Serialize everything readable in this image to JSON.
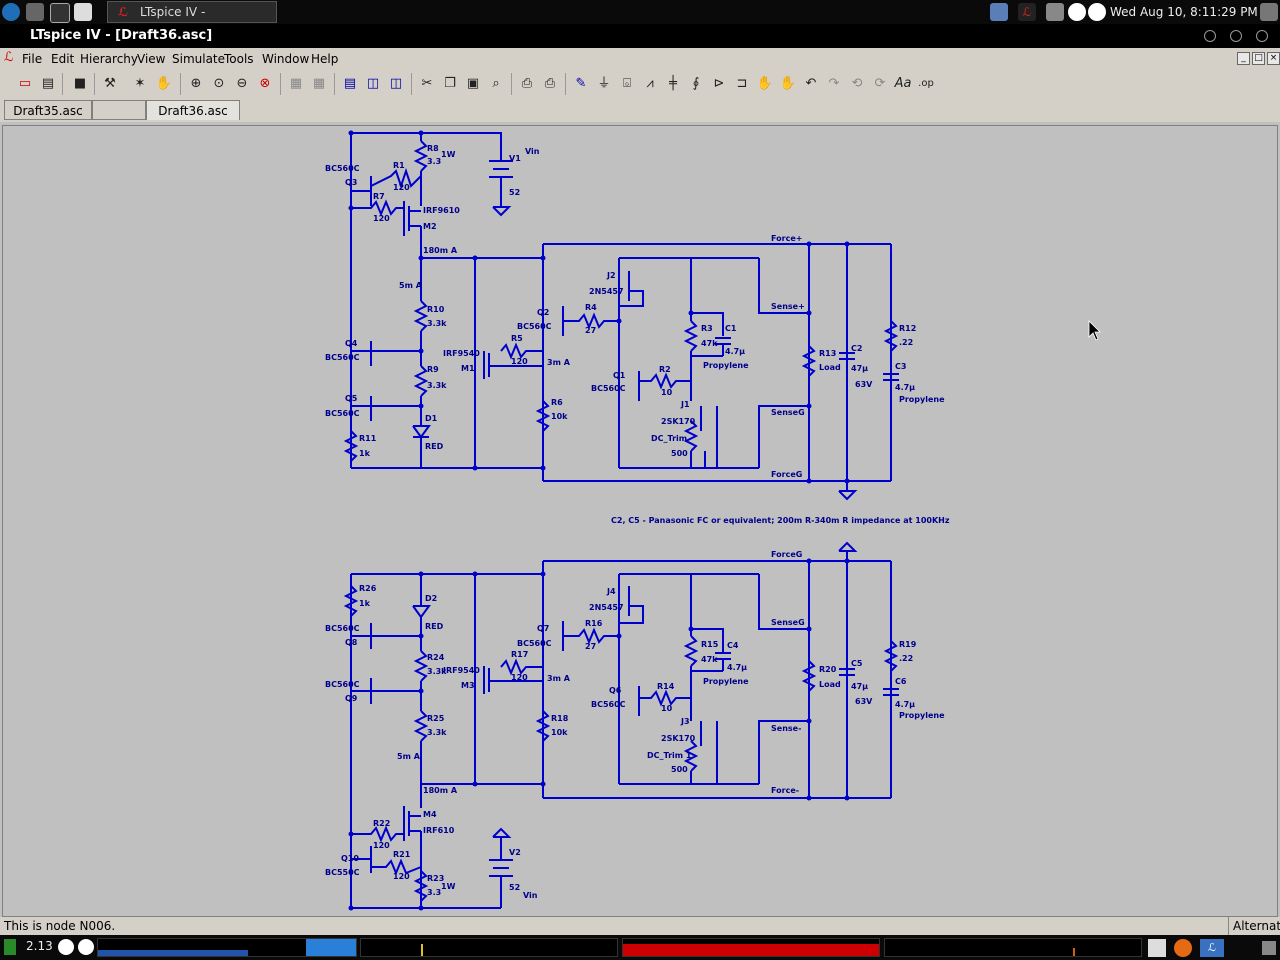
{
  "system_panel": {
    "task_label": "LTspice IV - [Draft36.asc]",
    "clock": "Wed Aug 10,  8:11:29 PM",
    "load_value": "2.13"
  },
  "window": {
    "title": "LTspice IV - [Draft36.asc]"
  },
  "menu": [
    "File",
    "Edit",
    "Hierarchy",
    "View",
    "Simulate",
    "Tools",
    "Window",
    "Help"
  ],
  "tabs": [
    {
      "label": "Draft35.asc",
      "active": false
    },
    {
      "label": "Draft36.asc",
      "active": true
    }
  ],
  "status": {
    "message": "This is node N006.",
    "right": "Alternat"
  },
  "schematic": {
    "note": "C2, C5 - Panasonic FC or equivalent; 200m R-340m R impedance at 100KHz",
    "top": {
      "labels": [
        "R8",
        "3.3",
        "1W",
        "V1",
        "Vin",
        "52",
        "BC560C",
        "Q3",
        "R1",
        "120",
        "R7",
        "120",
        "IRF9610",
        "M2",
        "180m A",
        "5m A",
        "R10",
        "3.3k",
        "Q4",
        "BC560C",
        "R9",
        "3.3k",
        "Q5",
        "BC560C",
        "D1",
        "RED",
        "R11",
        "1k",
        "IRF9540",
        "M1",
        "R5",
        "120",
        "Q2",
        "BC560C",
        "3m A",
        "R6",
        "10k",
        "J2",
        "2N5457",
        "R4",
        "27",
        "R3",
        "47k",
        "C1",
        "4.7µ",
        "Propylene",
        "Q1",
        "BC560C",
        "R2",
        "10",
        "J1",
        "2SK170",
        "DC_Trim",
        "500",
        "Force+",
        "Sense+",
        "SenseG",
        "ForceG",
        "R13",
        "Load",
        "C2",
        "47µ",
        "63V",
        "R12",
        ".22",
        "C3",
        "4.7µ",
        "Propylene"
      ]
    },
    "bottom": {
      "labels": [
        "ForceG",
        "R26",
        "1k",
        "D2",
        "RED",
        "BC560C",
        "Q8",
        "R24",
        "3.3k",
        "BC560C",
        "Q9",
        "M3",
        "IRF9540",
        "R17",
        "120",
        "Q7",
        "BC560C",
        "3m A",
        "R18",
        "10k",
        "J4",
        "2N5457",
        "R16",
        "27",
        "R15",
        "47k",
        "C4",
        "4.7µ",
        "Propylene",
        "Q6",
        "BC560C",
        "R14",
        "10",
        "J3",
        "2SK170",
        "DC_Trim 1",
        "500",
        "SenseG",
        "Sense-",
        "Force-",
        "R20",
        "Load",
        "C5",
        "47µ",
        "63V",
        "R19",
        ".22",
        "C6",
        "4.7µ",
        "Propylene",
        "R25",
        "3.3k",
        "5m A",
        "180m A",
        "M4",
        "IRF610",
        "R22",
        "120",
        "Q10",
        "BC550C",
        "R21",
        "120",
        "R23",
        "3.3",
        "1W",
        "V2",
        "52",
        "Vin"
      ]
    }
  },
  "colors": {
    "wire": "#0000cc",
    "text": "#00008b",
    "titlebar": "#000000",
    "canvas": "#c0c0c0"
  }
}
